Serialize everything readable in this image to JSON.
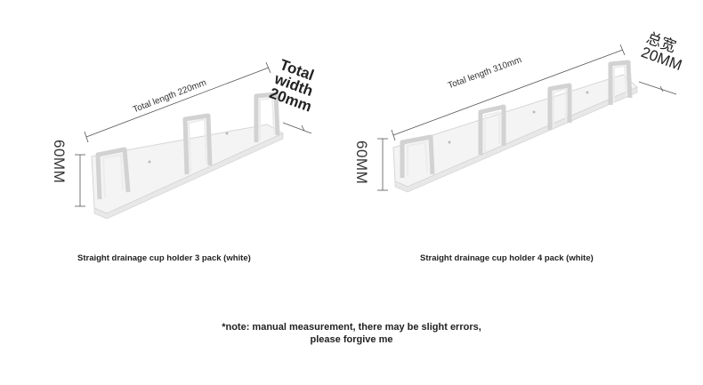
{
  "products": [
    {
      "total_length": "Total length 220mm",
      "height": "60MM",
      "width_lines": [
        "Total",
        "width",
        "20mm"
      ],
      "caption": "Straight drainage cup holder 3 pack (white)"
    },
    {
      "total_length": "Total length 310mm",
      "height": "60MM",
      "width_lines": [
        "总宽",
        "20MM"
      ],
      "caption": "Straight drainage cup holder 4 pack (white)"
    }
  ],
  "note": {
    "line1": "*note: manual measurement, there may be slight errors,",
    "line2": "please forgive me"
  }
}
